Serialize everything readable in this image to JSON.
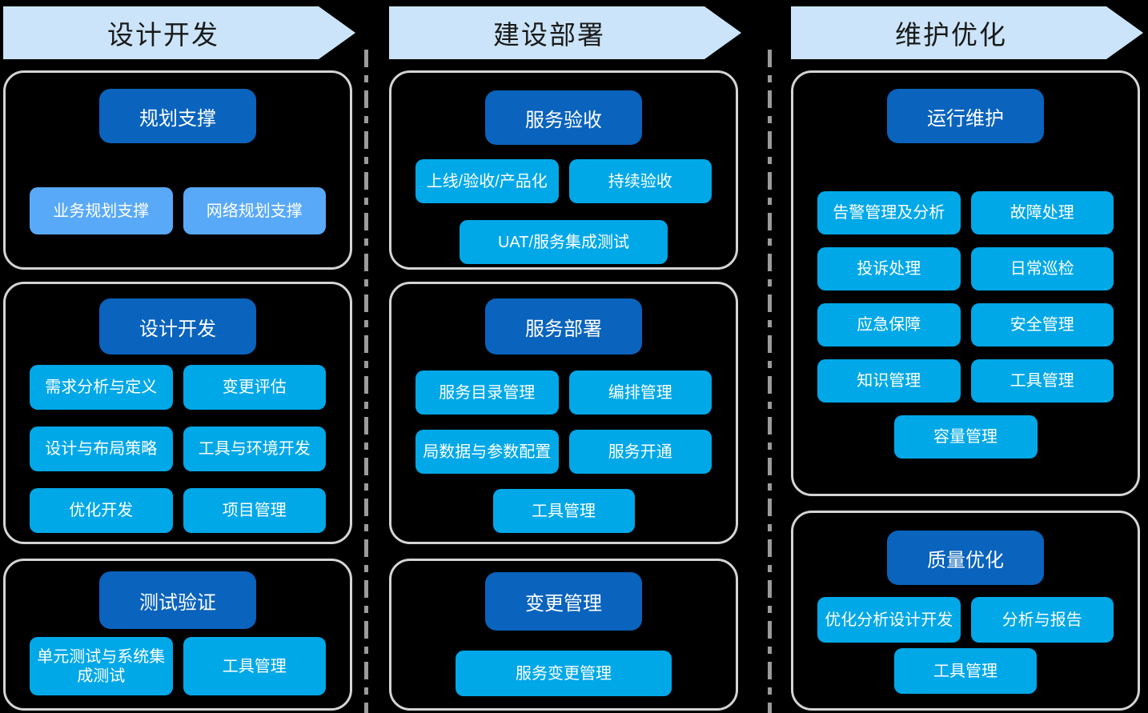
{
  "colors": {
    "background": "#000000",
    "arrow_fill": "#cbe4f9",
    "arrow_text": "#1a1a1a",
    "group_border": "#d4d4d4",
    "header_box": "#0a63bd",
    "item_cyan": "#00a8e8",
    "item_light_blue": "#58a9f8",
    "box_text": "#ffffff",
    "separator": "#9b9b9b"
  },
  "columns": [
    {
      "header": "设计开发",
      "groups": [
        {
          "title": "规划支撑",
          "item_variant": "light",
          "rows": [
            [
              "业务规划支撑",
              "网络规划支撑"
            ]
          ]
        },
        {
          "title": "设计开发",
          "rows": [
            [
              "需求分析与定义",
              "变更评估"
            ],
            [
              "设计与布局策略",
              "工具与环境开发"
            ],
            [
              "优化开发",
              "项目管理"
            ]
          ]
        },
        {
          "title": "测试验证",
          "rows": [
            [
              "单元测试与系统集成测试",
              "工具管理"
            ]
          ]
        }
      ]
    },
    {
      "header": "建设部署",
      "groups": [
        {
          "title": "服务验收",
          "rows": [
            [
              "上线/验收/产品化",
              "持续验收"
            ],
            [
              "UAT/服务集成测试"
            ]
          ]
        },
        {
          "title": "服务部署",
          "rows": [
            [
              "服务目录管理",
              "编排管理"
            ],
            [
              "局数据与参数配置",
              "服务开通"
            ],
            [
              "工具管理"
            ]
          ]
        },
        {
          "title": "变更管理",
          "rows": [
            [
              "服务变更管理"
            ]
          ]
        }
      ]
    },
    {
      "header": "维护优化",
      "groups": [
        {
          "title": "运行维护",
          "rows": [
            [
              "告警管理及分析",
              "故障处理"
            ],
            [
              "投诉处理",
              "日常巡检"
            ],
            [
              "应急保障",
              "安全管理"
            ],
            [
              "知识管理",
              "工具管理"
            ],
            [
              "容量管理"
            ]
          ]
        },
        {
          "title": "质量优化",
          "rows": [
            [
              "优化分析设计开发",
              "分析与报告"
            ],
            [
              "工具管理"
            ]
          ]
        }
      ]
    }
  ]
}
